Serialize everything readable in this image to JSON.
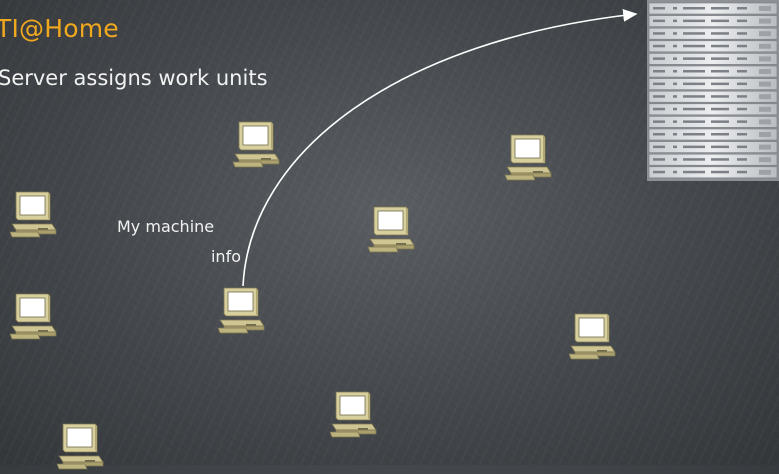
{
  "slide": {
    "title": "TI@Home",
    "bullet": "Server assigns work units",
    "label_line1": "My machine",
    "label_line2": "info"
  },
  "colors": {
    "title": "#f0a81e",
    "text": "#f2f2f2",
    "background": "#4a4d50"
  },
  "icons": {
    "server": "server-rack-icon",
    "client": "desktop-computer-icon"
  }
}
